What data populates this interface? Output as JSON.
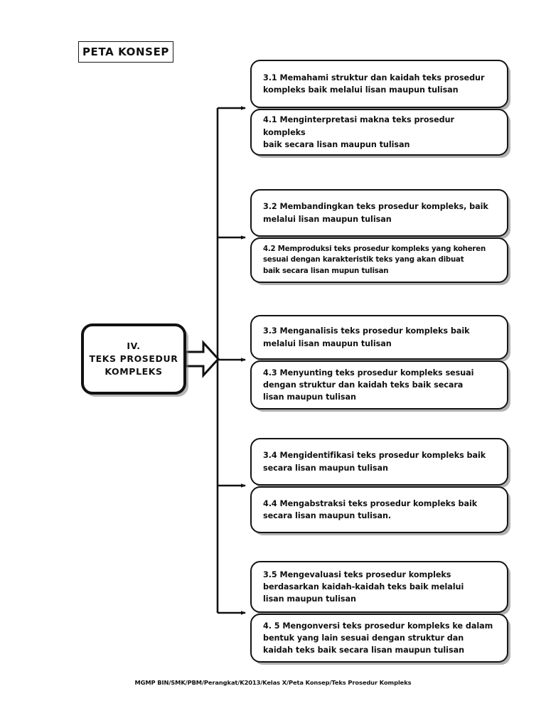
{
  "document": {
    "title_badge": "PETA KONSEP",
    "footer": "MGMP BIN/SMK/PBM/Perangkat/K2013/Kelas X/Peta Konsep/Teks Prosedur Kompleks"
  },
  "center_node": {
    "line1": "IV.",
    "line2": "TEKS PROSEDUR",
    "line3": "KOMPLEKS",
    "arrow_icon": "block-arrow-right-icon"
  },
  "groups": [
    {
      "id": "group-1",
      "boxes": [
        {
          "code": "3.1",
          "text": "3.1  Memahami struktur  dan kaidah teks prosedur\n      kompleks baik melalui lisan maupun tulisan"
        },
        {
          "code": "4.1",
          "text": "4.1 Menginterpretasi makna teks prosedur kompleks\n      baik secara lisan maupun tulisan"
        }
      ]
    },
    {
      "id": "group-2",
      "boxes": [
        {
          "code": "3.2",
          "text": "3.2 Membandingkan teks prosedur kompleks, baik\n       melalui lisan maupun tulisan"
        },
        {
          "code": "4.2",
          "text": "4.2 Memproduksi teks prosedur kompleks yang koheren\n       sesuai dengan karakteristik teks yang akan dibuat\n      baik secara lisan mupun  tulisan"
        }
      ]
    },
    {
      "id": "group-3",
      "boxes": [
        {
          "code": "3.3",
          "text": "3.3 Menganalisis teks  prosedur kompleks baik\n      melalui lisan maupun tulisan"
        },
        {
          "code": "4.3",
          "text": "4.3 Menyunting teks prosedur kompleks sesuai\n      dengan struktur dan kaidah teks baik secara\n      lisan maupun tulisan"
        }
      ]
    },
    {
      "id": "group-4",
      "boxes": [
        {
          "code": "3.4",
          "text": "3.4 Mengidentifikasi teks prosedur kompleks baik\n      secara lisan maupun tulisan"
        },
        {
          "code": "4.4",
          "text": "4.4 Mengabstraksi teks prosedur kompleks baik\n      secara lisan maupun tulisan."
        }
      ]
    },
    {
      "id": "group-5",
      "boxes": [
        {
          "code": "3.5",
          "text": "3.5 Mengevaluasi teks prosedur kompleks\n      berdasarkan kaidah-kaidah teks baik melalui\n      lisan maupun tulisan"
        },
        {
          "code": "4.5",
          "text": "4. 5 Mengonversi teks prosedur kompleks ke dalam\n        bentuk yang lain sesuai dengan struktur dan\n        kaidah teks baik secara lisan maupun tulisan"
        }
      ]
    }
  ],
  "colors": {
    "stroke": "#111111",
    "background": "#ffffff",
    "shadow": "#7d7d7d"
  }
}
